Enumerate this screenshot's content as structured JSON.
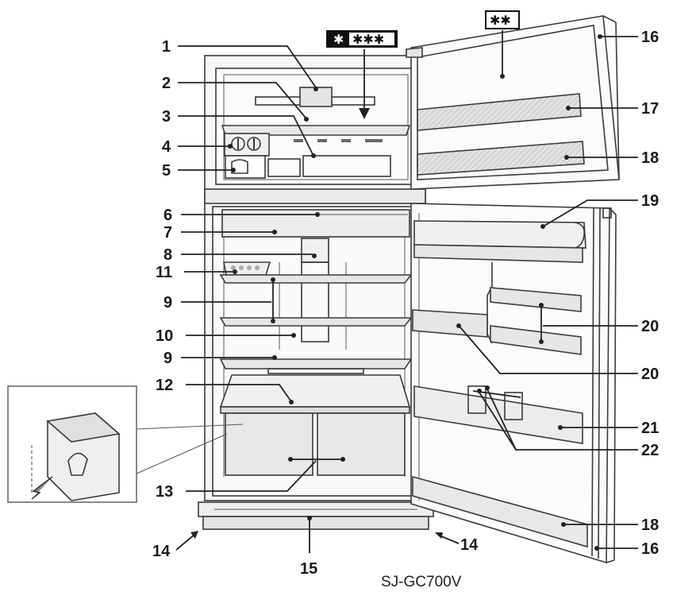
{
  "model_label": "SJ-GC700V",
  "freezer_badge": {
    "symbol": "✱",
    "stars": "✱✱✱"
  },
  "door_badge": {
    "stars": "✱✱"
  },
  "callouts": {
    "n1": "1",
    "n2": "2",
    "n3": "3",
    "n4": "4",
    "n5": "5",
    "n6": "6",
    "n7": "7",
    "n8": "8",
    "n11": "11",
    "n9a": "9",
    "n10": "10",
    "n9b": "9",
    "n12": "12",
    "n13": "13",
    "n14a": "14",
    "n15": "15",
    "n14b": "14",
    "n16a": "16",
    "n17": "17",
    "n18a": "18",
    "n19": "19",
    "n20a": "20",
    "n20b": "20",
    "n21": "21",
    "n22": "22",
    "n18b": "18",
    "n16b": "16"
  }
}
